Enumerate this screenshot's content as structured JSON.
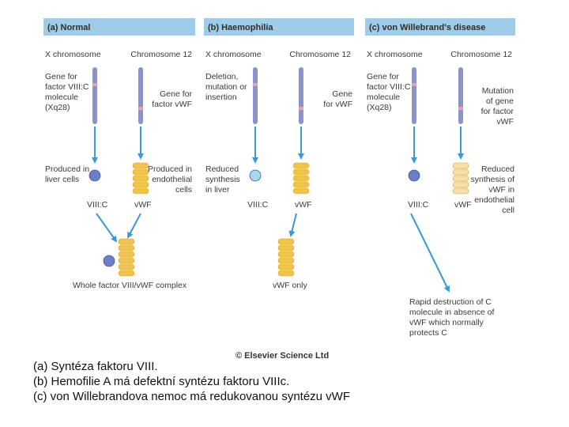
{
  "colors": {
    "panel_header": "#9fcce8",
    "chromosome": "#8b93c9",
    "band": "#e8a0b8",
    "arrow": "#3a9ad8",
    "vwf_normal": "#f2c34a",
    "vwf_reduced": "#f8deae",
    "viii_normal": "#6b7fc4",
    "viii_reduced": "#a8d8f0"
  },
  "panels": [
    {
      "title": "(a) Normal",
      "x_label": "X chromosome",
      "chr12_label": "Chromosome 12",
      "x_gene_label": [
        "Gene for",
        "factor VIII:C",
        "molecule",
        "(Xq28)"
      ],
      "chr12_gene_label": [
        "Gene for",
        "factor vWF"
      ],
      "left_production": [
        "Produced in",
        "liver cells"
      ],
      "right_production": [
        "Produced in",
        "endothelial",
        "cells"
      ],
      "viii_label": "VIII:C",
      "vwf_label": "vWF",
      "result_label": "Whole factor VIII/vWF complex"
    },
    {
      "title": "(b) Haemophilia",
      "x_label": "X chromosome",
      "chr12_label": "Chromosome 12",
      "x_gene_label": [
        "Deletion,",
        "mutation or",
        "insertion"
      ],
      "chr12_gene_label": [
        "Gene",
        "for vWF"
      ],
      "left_production": [
        "Reduced",
        "synthesis",
        "in liver"
      ],
      "viii_label": "VIII:C",
      "vwf_label": "vWF",
      "result_label": "vWF only"
    },
    {
      "title": "(c) von Willebrand's disease",
      "x_label": "X chromosome",
      "chr12_label": "Chromosome 12",
      "x_gene_label": [
        "Gene for",
        "factor VIII:C",
        "molecule",
        "(Xq28)"
      ],
      "chr12_gene_label": [
        "Mutation",
        "of gene",
        "for factor",
        "vWF"
      ],
      "right_production": [
        "Reduced",
        "synthesis of",
        "vWF in",
        "endothelial",
        "cell"
      ],
      "viii_label": "VIII:C",
      "vwf_label": "vWF",
      "result_label": [
        "Rapid destruction of C",
        "molecule in absence of",
        "vWF which normally",
        "protects C"
      ]
    }
  ],
  "copyright": "© Elsevier Science Ltd",
  "caption": [
    "(a) Syntéza faktoru VIII.",
    "(b) Hemofilie A má defektní syntézu faktoru VIIIc.",
    "(c) von Willebrandova nemoc má redukovanou syntézu  vWF"
  ]
}
